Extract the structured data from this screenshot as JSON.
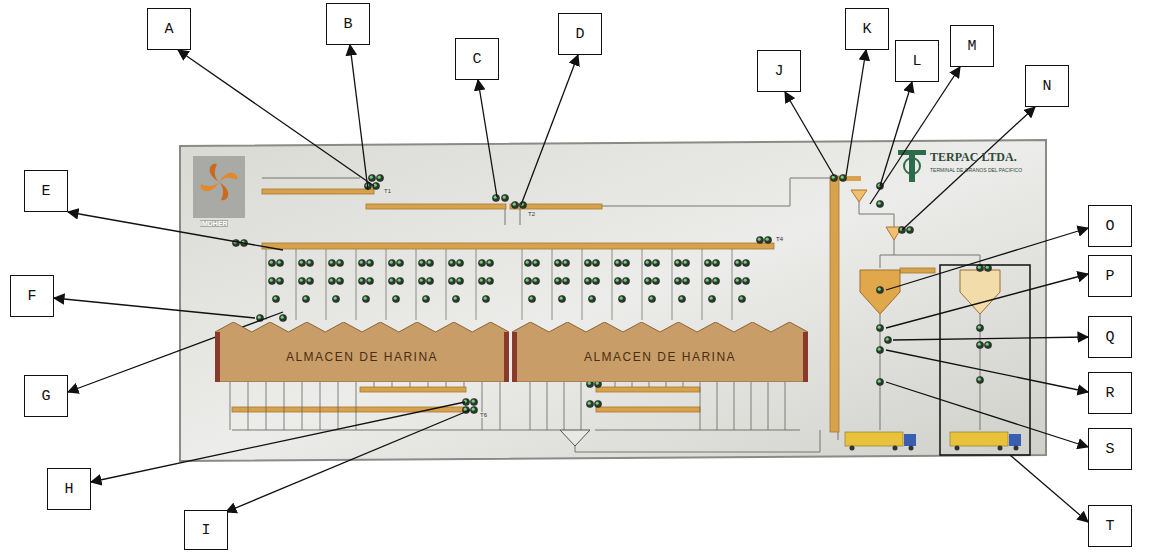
{
  "diagram": {
    "nodes": [
      {
        "text": [
          "A"
        ]
      },
      {
        "text": [
          "B"
        ]
      },
      {
        "text": [
          "C"
        ]
      },
      {
        "text": [
          "D"
        ]
      },
      {
        "text": [
          "E"
        ]
      },
      {
        "text": [
          "F"
        ]
      },
      {
        "text": [
          "G"
        ]
      },
      {
        "text": [
          "H"
        ]
      },
      {
        "text": [
          "I"
        ]
      },
      {
        "text": [
          "J"
        ]
      },
      {
        "text": [
          "K"
        ]
      },
      {
        "text": [
          "L"
        ]
      },
      {
        "text": [
          "M"
        ]
      },
      {
        "text": [
          "N"
        ]
      },
      {
        "text": [
          "O"
        ]
      },
      {
        "text": [
          "P"
        ]
      },
      {
        "text": [
          "Q"
        ]
      },
      {
        "text": [
          "R"
        ]
      },
      {
        "text": [
          "S"
        ]
      },
      {
        "text": [
          "T"
        ]
      },
      {
        "text": [
          "ALMACEN DE HARINA"
        ]
      },
      {
        "text": [
          "ALMACEN DE HARINA"
        ]
      }
    ],
    "labels": [
      "IMDHER",
      "TERPAC LTDA.",
      "TERMINAL DE GRANOS DEL PACIFICO",
      "T1",
      "T2",
      "T4",
      "T6"
    ]
  }
}
